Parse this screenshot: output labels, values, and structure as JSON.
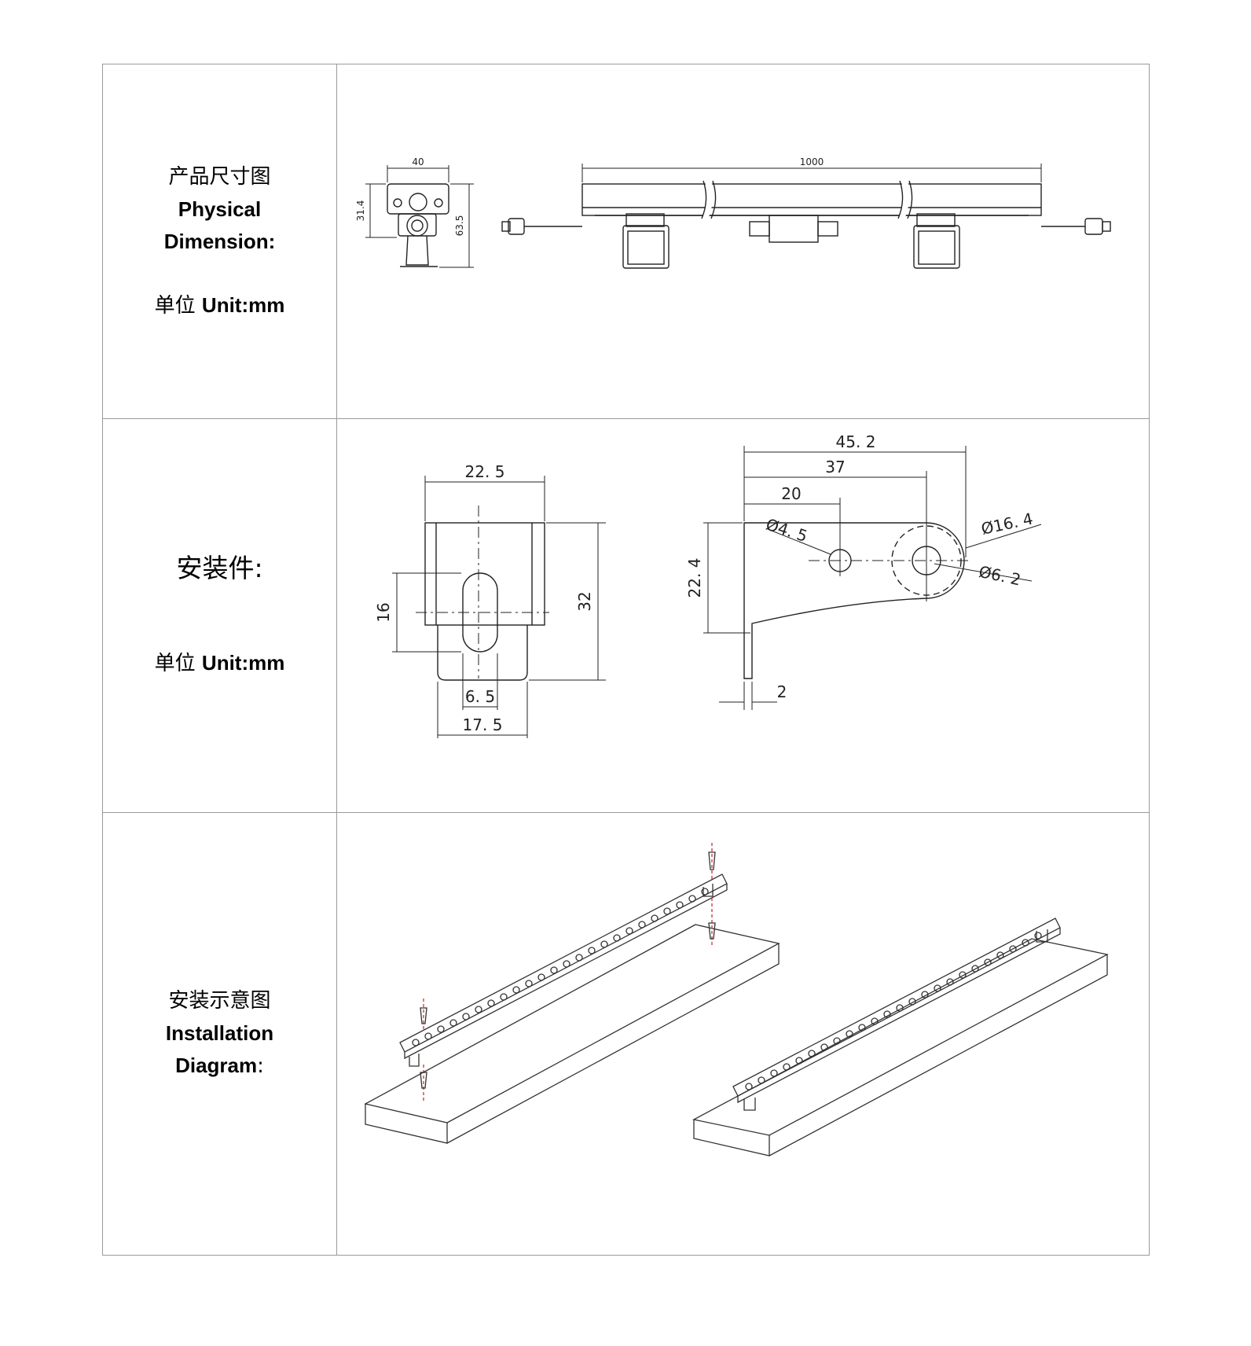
{
  "rows": [
    {
      "label_cn": "产品尺寸图",
      "label_en1": "Physical",
      "label_en2": "Dimension:",
      "unit_cn": "单位",
      "unit_en": "Unit:mm",
      "dims": {
        "width": "40",
        "height_body": "31.4",
        "height_total": "63.5",
        "length": "1000"
      }
    },
    {
      "label_cn": "安装件:",
      "unit_cn": "单位",
      "unit_en": "Unit:mm",
      "dims": {
        "top_width": "22. 5",
        "slot_length": "16",
        "height": "32",
        "slot_width": "6. 5",
        "bottom_width": "17. 5",
        "l_total": "45. 2",
        "l_mid": "37",
        "l_hole": "20",
        "l_height": "22. 4",
        "hole_dia": "Ø4. 5",
        "outer_dia": "Ø16. 4",
        "inner_dia": "Ø6. 2",
        "thickness": "2"
      }
    },
    {
      "label_cn": "安装示意图",
      "label_en1": "Installation",
      "label_en2": "Diagram",
      "label_en2_suffix": ":"
    }
  ]
}
